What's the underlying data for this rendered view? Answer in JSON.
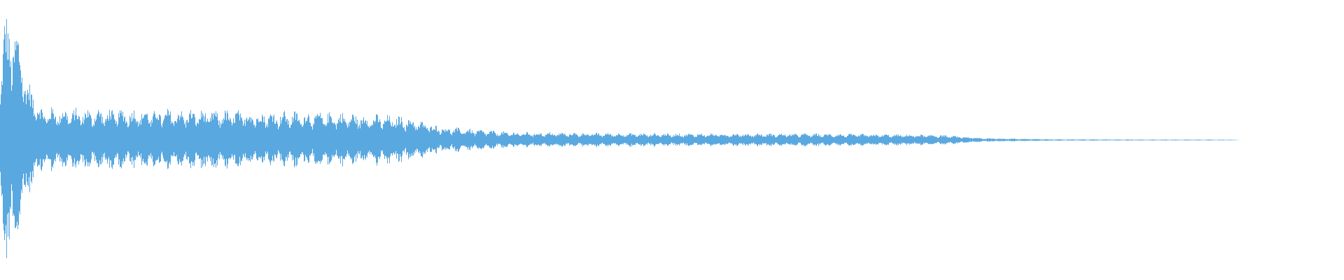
{
  "waveform": {
    "color": "#5aa8e0",
    "background": "#ffffff",
    "normalized_envelope": {
      "description_points": [
        [
          0.0,
          0.55
        ],
        [
          0.003,
          0.95
        ],
        [
          0.01,
          0.9
        ],
        [
          0.016,
          0.74
        ],
        [
          0.02,
          0.45
        ],
        [
          0.025,
          0.38
        ],
        [
          0.03,
          0.25
        ],
        [
          0.05,
          0.24
        ],
        [
          0.15,
          0.23
        ],
        [
          0.25,
          0.21
        ],
        [
          0.3,
          0.18
        ],
        [
          0.33,
          0.1
        ],
        [
          0.38,
          0.06
        ],
        [
          0.5,
          0.05
        ],
        [
          0.6,
          0.05
        ],
        [
          0.7,
          0.04
        ],
        [
          0.73,
          0.015
        ],
        [
          0.78,
          0.006
        ],
        [
          0.85,
          0.004
        ],
        [
          0.915,
          0.003
        ],
        [
          0.92,
          0.0
        ],
        [
          1.0,
          0.0
        ]
      ]
    }
  }
}
